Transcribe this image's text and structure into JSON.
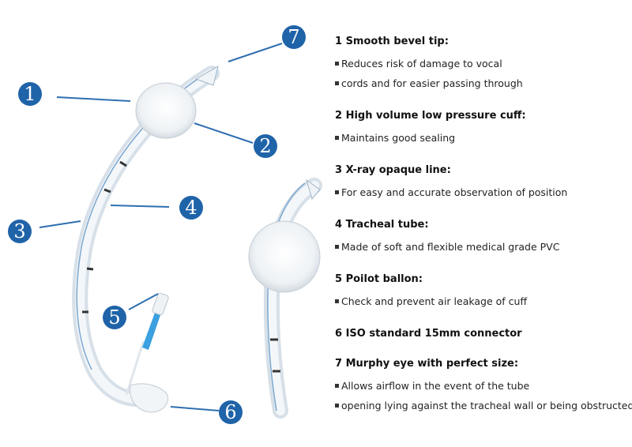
{
  "callouts": [
    {
      "number": "1",
      "label": "Smooth bevel tip callout"
    },
    {
      "number": "2"
    },
    {
      "number": "3"
    },
    {
      "number": "4"
    },
    {
      "number": "5"
    },
    {
      "number": "6"
    },
    {
      "number": "7"
    }
  ],
  "items": [
    {
      "title": "1 Smooth bevel tip:",
      "bullets": [
        "Reduces risk of damage to vocal",
        "cords and for easier passing through"
      ]
    },
    {
      "title": "2 High volume low pressure cuff:",
      "bullets": [
        "Maintains good sealing"
      ]
    },
    {
      "title": "3 X-ray opaque line:",
      "bullets": [
        "For easy and accurate observation of position"
      ]
    },
    {
      "title": "4 Tracheal tube:",
      "bullets": [
        "Made of soft and flexible medical grade PVC"
      ]
    },
    {
      "title": "5 Poilot ballon:",
      "bullets": [
        "Check and prevent air leakage of cuff"
      ]
    },
    {
      "title": "6 ISO standard 15mm connector",
      "bullets": []
    },
    {
      "title": "7 Murphy eye with perfect size:",
      "bullets": [
        "Allows airflow in the event of the tube",
        "opening lying against the tracheal wall or being obstructed."
      ]
    }
  ],
  "colors": {
    "callout": "#1f63a8",
    "leader": "#2f6fb0",
    "tube": "#c9d6e2",
    "balloon": "#3aa0e0"
  }
}
